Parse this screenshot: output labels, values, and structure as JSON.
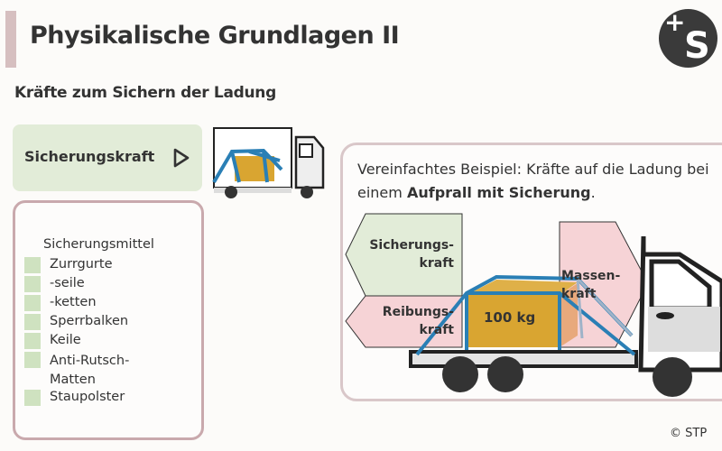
{
  "header": {
    "title": "Physikalische Grundlagen II",
    "subtitle": "Kräfte zum Sichern der Ladung",
    "logo": "+S"
  },
  "play_button": {
    "label": "Sicherungskraft",
    "icon": "play-icon"
  },
  "list": {
    "heading": "Sicherungsmittel",
    "items": [
      {
        "label": "Zurrgurte"
      },
      {
        "label": "-seile"
      },
      {
        "label": "-ketten"
      },
      {
        "label": "Sperrbalken"
      },
      {
        "label": "Keile"
      },
      {
        "label": "Anti-Rutsch-Matten"
      },
      {
        "label": "Staupolster"
      }
    ]
  },
  "example": {
    "text_prefix": "Vereinfachtes Beispiel: Kräfte auf die Ladung bei einem ",
    "text_bold": "Aufprall mit Sicherung",
    "text_suffix": ".",
    "forces": {
      "securing": "Sicherungs-kraft",
      "friction": "Reibungs-kraft",
      "mass": "Massen-kraft"
    },
    "load": "100 kg"
  },
  "colors": {
    "green": "#e2ecd8",
    "pink": "#f6d3d6",
    "cargo": "#d9a531",
    "strap": "#2a7fb5"
  },
  "copyright": "© STP"
}
